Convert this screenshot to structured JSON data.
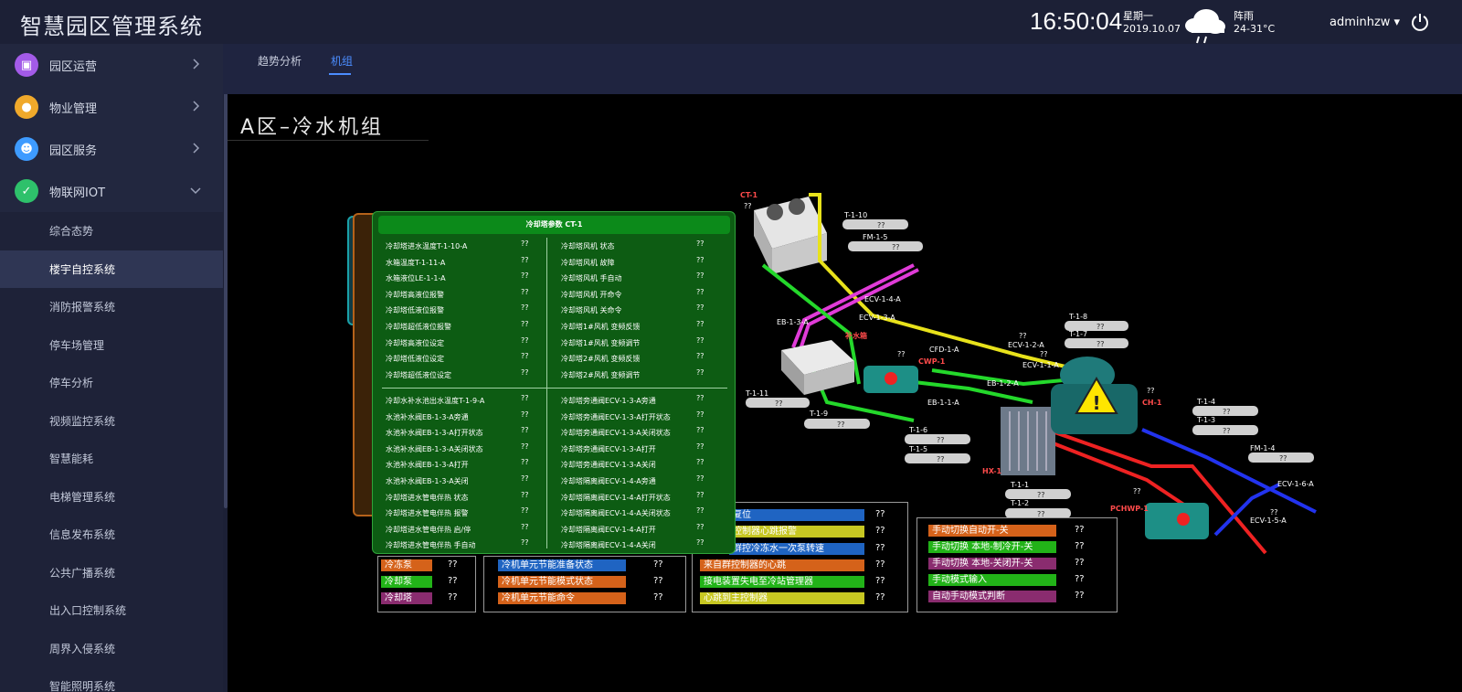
{
  "header": {
    "title": "智慧园区管理系统",
    "time": "16:50:04",
    "weekday": "星期一",
    "date": "2019.10.07",
    "weather": "阵雨",
    "temperature": "24-31°C",
    "user": "adminhzw ▾"
  },
  "sidebar": {
    "modules": [
      {
        "label": "园区运营",
        "icon": "park-ops-icon",
        "color": "#a35be8"
      },
      {
        "label": "物业管理",
        "icon": "lightbulb-icon",
        "color": "#f0a92b"
      },
      {
        "label": "园区服务",
        "icon": "robot-icon",
        "color": "#3e9bff"
      },
      {
        "label": "物联网IOT",
        "icon": "shield-icon",
        "color": "#2ec16b"
      }
    ],
    "subitems": [
      "综合态势",
      "楼宇自控系统",
      "消防报警系统",
      "停车场管理",
      "停车分析",
      "视频监控系统",
      "智慧能耗",
      "电梯管理系统",
      "信息发布系统",
      "公共广播系统",
      "出入口控制系统",
      "周界入侵系统",
      "智能照明系统"
    ]
  },
  "tabs": {
    "trend": "趋势分析",
    "unit": "机组"
  },
  "main": {
    "title": "A区–冷水机组"
  },
  "panel": {
    "title": "冷却塔参数 CT-1",
    "left_top": [
      "冷却塔进水温度T-1-10-A",
      "水箱温度T-1-11-A",
      "水箱液位LE-1-1-A",
      "冷却塔高液位报警",
      "冷却塔低液位报警",
      "冷却塔超低液位报警",
      "冷却塔高液位设定",
      "冷却塔低液位设定",
      "冷却塔超低液位设定"
    ],
    "right_top": [
      "冷却塔风机 状态",
      "冷却塔风机 故障",
      "冷却塔风机 手自动",
      "冷却塔风机 开命令",
      "冷却塔风机 关命令",
      "冷却塔1#风机 变频反馈",
      "冷却塔1#风机 变频调节",
      "冷却塔2#风机 变频反馈",
      "冷却塔2#风机 变频调节"
    ],
    "left_bottom": [
      "冷却水补水池出水温度T-1-9-A",
      "水池补水阀EB-1-3-A旁通",
      "水池补水阀EB-1-3-A打开状态",
      "水池补水阀EB-1-3-A关闭状态",
      "水池补水阀EB-1-3-A打开",
      "水池补水阀EB-1-3-A关闭",
      "冷却塔进水管电伴热 状态",
      "冷却塔进水管电伴热 报警",
      "冷却塔进水管电伴热 启/停",
      "冷却塔进水管电伴热 手自动"
    ],
    "right_bottom": [
      "冷却塔旁通阀ECV-1-3-A旁通",
      "冷却塔旁通阀ECV-1-3-A打开状态",
      "冷却塔旁通阀ECV-1-3-A关闭状态",
      "冷却塔旁通阀ECV-1-3-A打开",
      "冷却塔旁通阀ECV-1-3-A关闭",
      "冷却塔隔离阀ECV-1-4-A旁通",
      "冷却塔隔离阀ECV-1-4-A打开状态",
      "冷却塔隔离阀ECV-1-4-A关闭状态",
      "冷却塔隔离阀ECV-1-4-A打开",
      "冷却塔隔离阀ECV-1-4-A关闭"
    ],
    "value": "??"
  },
  "legend1": [
    {
      "label": "冷冻泵",
      "color": "#d5621a"
    },
    {
      "label": "冷却泵",
      "color": "#22b318"
    },
    {
      "label": "冷却塔",
      "color": "#8a2c6f"
    }
  ],
  "legend2": [
    {
      "label": "冷机单元节能准备状态",
      "color": "#1f64c2"
    },
    {
      "label": "冷机单元节能模式状态",
      "color": "#d5621a"
    },
    {
      "label": "冷机单元节能命令",
      "color": "#d5621a"
    }
  ],
  "legend3": [
    {
      "label": "复位",
      "color": "#1f64c2"
    },
    {
      "label": "控制器心跳报警",
      "color": "#c7c722"
    },
    {
      "label": "群控冷冻水一次泵转速",
      "color": "#1f64c2"
    },
    {
      "label": "来自群控制器的心跳",
      "color": "#d5621a"
    },
    {
      "label": "接电装置失电至冷站管理器",
      "color": "#22b318"
    },
    {
      "label": "心跳到主控制器",
      "color": "#c7c722"
    }
  ],
  "legend4": [
    {
      "label": "手动切换自动开-关",
      "color": "#d5621a"
    },
    {
      "label": "手动切换 本地-制冷开-关",
      "color": "#22b318"
    },
    {
      "label": "手动切换 本地-关闭开-关",
      "color": "#8a2c6f"
    },
    {
      "label": "手动模式输入",
      "color": "#22b318"
    },
    {
      "label": "自动手动模式判断",
      "color": "#8a2c6f"
    }
  ],
  "diagram": {
    "labels": [
      "CT-1",
      "T-1-10",
      "FM-1-5",
      "ECV-1-4-A",
      "ECV-1-3-A",
      "EB-1-3-A",
      "补水箱",
      "CWP-1",
      "CFD-1-A",
      "EB-1-2-A",
      "ECV-1-2-A",
      "ECV-1-1-A",
      "EB-1-1-A",
      "T-1-11",
      "T-1-9",
      "T-1-8",
      "T-1-7",
      "CH-1",
      "T-1-6",
      "T-1-5",
      "HX-1",
      "T-1-4",
      "T-1-3",
      "FM-1-4",
      "ECV-1-6-A",
      "ECV-1-5-A",
      "T-1-1",
      "T-1-2",
      "PCHWP-1"
    ]
  }
}
